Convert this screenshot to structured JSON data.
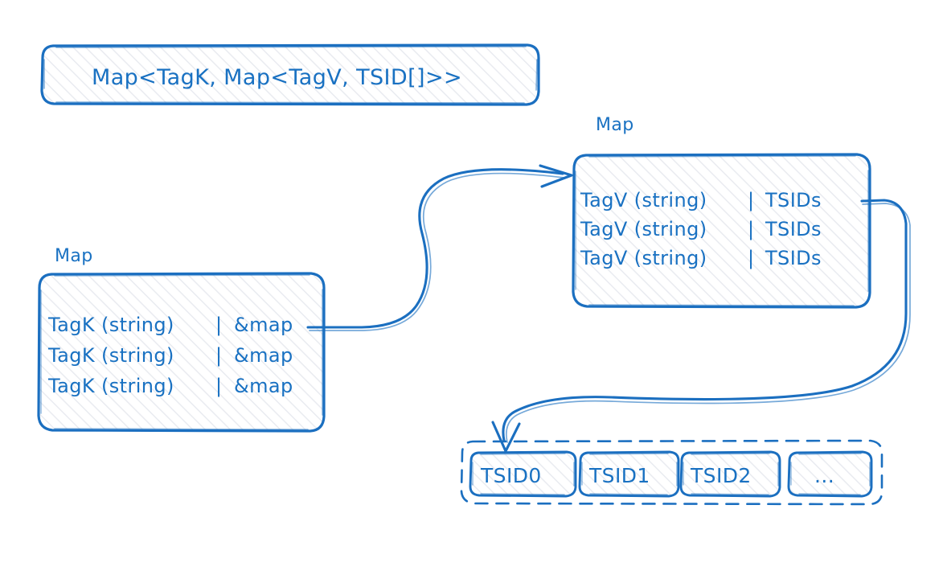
{
  "diagram": {
    "title_box": {
      "label": "Map<TagK, Map<TagV, TSID[]>>",
      "name": "type-signature-box"
    },
    "left_map": {
      "caption": "Map",
      "rows": [
        {
          "key": "TagK (string)",
          "sep": "|",
          "value": "&map"
        },
        {
          "key": "TagK (string)",
          "sep": "|",
          "value": "&map"
        },
        {
          "key": "TagK (string)",
          "sep": "|",
          "value": "&map"
        }
      ]
    },
    "right_map": {
      "caption": "Map",
      "rows": [
        {
          "key": "TagV (string)",
          "sep": "|",
          "value": "TSIDs"
        },
        {
          "key": "TagV (string)",
          "sep": "|",
          "value": "TSIDs"
        },
        {
          "key": "TagV (string)",
          "sep": "|",
          "value": "TSIDs"
        }
      ]
    },
    "tsid_array": {
      "items": [
        {
          "label": "TSID0"
        },
        {
          "label": "TSID1"
        },
        {
          "label": "TSID2"
        },
        {
          "label": "..."
        }
      ]
    },
    "connectors": [
      {
        "name": "tagk-to-map-arrow",
        "from": "left-map-row-0-value",
        "to": "right-map-box"
      },
      {
        "name": "tsids-to-array-arrow",
        "from": "right-map-row-0-value",
        "to": "tsid-array"
      }
    ],
    "colors": {
      "stroke": "#1971c2",
      "text": "#1971c2",
      "hatch": "#e7e9ee",
      "background": "#ffffff"
    }
  }
}
